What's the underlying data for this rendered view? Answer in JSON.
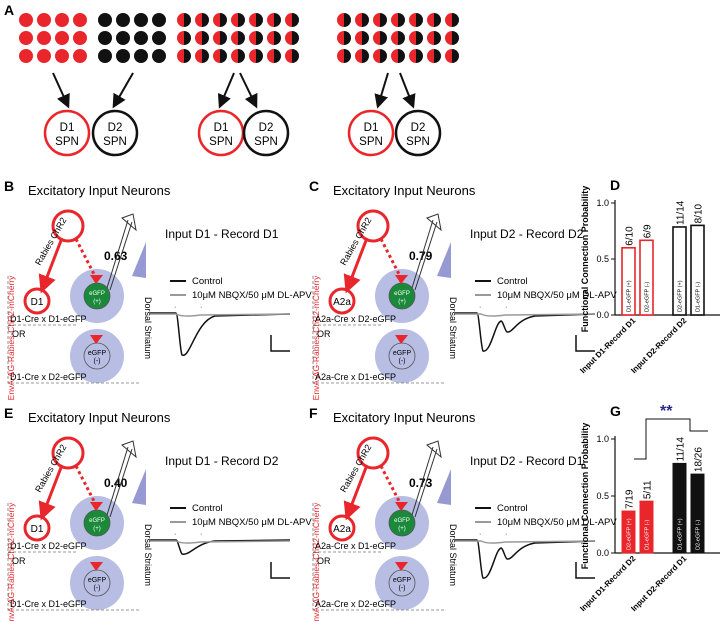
{
  "colors": {
    "red": "#e8262b",
    "black": "#111111",
    "gray": "#999999",
    "blue_cell": "#b7bde3",
    "green": "#1a8a3a",
    "navy": "#2a2a8a"
  },
  "panel_a": {
    "label": "A",
    "groups": [
      {
        "pattern": "split-red-black",
        "targets": [
          "D1 SPN",
          "D2 SPN"
        ]
      },
      {
        "pattern": "half-half",
        "targets": [
          "D1 SPN",
          "D2 SPN"
        ]
      },
      {
        "pattern": "half-half",
        "targets": [
          "D1 SPN",
          "D2 SPN"
        ]
      }
    ],
    "spn_d1": "D1",
    "spn_d2": "D2",
    "spn_suffix": "SPN"
  },
  "panels": [
    {
      "label": "B",
      "title": "Excitatory Input Neurons",
      "vertical_label": "EnvA-ΔG-Rabies-ChR2-mCherry",
      "rabies": "Rabies ChR2",
      "input_cell": "D1",
      "probability": "0.63",
      "condition": "Input D1 - Record D1",
      "top_cross": "D1-Cre x D1-eGFP",
      "or": "OR",
      "bottom_cross": "D1-Cre x D2-eGFP",
      "egfp_pos": "eGFP",
      "plus": "(+)",
      "egfp_neg": "eGFP",
      "minus": "(-)",
      "region": "Dorsal Striatum",
      "legend_control": "Control",
      "legend_drug": "10μM NBQX/50 μM DL-APV",
      "trace": "single"
    },
    {
      "label": "C",
      "title": "Excitatory Input Neurons",
      "vertical_label": "EnvA-ΔG-Rabies-ChR2-mCherry",
      "rabies": "Rabies ChR2",
      "input_cell": "A2a",
      "probability": "0.79",
      "condition": "Input D2 - Record D2",
      "top_cross": "A2a-Cre x D2-eGFP",
      "or": "OR",
      "bottom_cross": "A2a-Cre x D1-eGFP",
      "egfp_pos": "eGFP",
      "plus": "(+)",
      "egfp_neg": "eGFP",
      "minus": "(-)",
      "region": "Dorsal Striatum",
      "legend_control": "Control",
      "legend_drug": "10μM NBQX/50 μM DL-APV",
      "trace": "double"
    },
    {
      "label": "E",
      "title": "Excitatory Input Neurons",
      "vertical_label": "EnvA-ΔG-Rabies-ChR2-mCherry",
      "rabies": "Rabies ChR2",
      "input_cell": "D1",
      "probability": "0.40",
      "condition": "Input D1 - Record D2",
      "top_cross": "D1-Cre x D2-eGFP",
      "or": "OR",
      "bottom_cross": "D1-Cre x D1-eGFP",
      "egfp_pos": "eGFP",
      "plus": "(+)",
      "egfp_neg": "eGFP",
      "minus": "(-)",
      "region": "Dorsal Striatum",
      "legend_control": "Control",
      "legend_drug": "10μM NBQX/50 μM DL-APV",
      "trace": "small"
    },
    {
      "label": "F",
      "title": "Excitatory Input Neurons",
      "vertical_label": "EnvA-ΔG-Rabies-ChR2-mCherry",
      "rabies": "Rabies ChR2",
      "input_cell": "A2a",
      "probability": "0.73",
      "condition": "Input D2 - Record D1",
      "top_cross": "A2a-Cre x D1-eGFP",
      "or": "OR",
      "bottom_cross": "A2a-Cre x D2-eGFP",
      "egfp_pos": "eGFP",
      "plus": "(+)",
      "egfp_neg": "eGFP",
      "minus": "(-)",
      "region": "Dorsal Striatum",
      "legend_control": "Control",
      "legend_drug": "10μM NBQX/50 μM DL-APV",
      "trace": "double"
    }
  ],
  "chart_data": [
    {
      "label": "D",
      "type": "bar",
      "ylabel": "Functional Connection Probability",
      "ylim": [
        0,
        1.0
      ],
      "yticks": [
        "0.0",
        "0.5",
        "1.0"
      ],
      "groups": [
        "Input D1-Record D1",
        "Input D2-Record D2"
      ],
      "bars": [
        {
          "group": 0,
          "name": "D1-eGFP (+)",
          "value": 0.6,
          "annotation": "6/10",
          "style": "red-outline"
        },
        {
          "group": 0,
          "name": "D2-eGFP (-)",
          "value": 0.667,
          "annotation": "6/9",
          "style": "red-outline"
        },
        {
          "group": 1,
          "name": "D2-eGFP (+)",
          "value": 0.786,
          "annotation": "11/14",
          "style": "black-outline"
        },
        {
          "group": 1,
          "name": "D1-eGFP (-)",
          "value": 0.8,
          "annotation": "8/10",
          "style": "black-outline"
        }
      ]
    },
    {
      "label": "G",
      "type": "bar",
      "ylabel": "Functional Connection Probability",
      "ylim": [
        0,
        1.0
      ],
      "yticks": [
        "0.0",
        "0.5",
        "1.0"
      ],
      "groups": [
        "Input D1-Record D2",
        "Input D2-Record D1"
      ],
      "significance": "**",
      "bars": [
        {
          "group": 0,
          "name": "D2-eGFP (+)",
          "value": 0.368,
          "annotation": "7/19",
          "style": "red-fill"
        },
        {
          "group": 0,
          "name": "D1-eGFP (-)",
          "value": 0.455,
          "annotation": "5/11",
          "style": "red-fill"
        },
        {
          "group": 1,
          "name": "D1-eGFP (+)",
          "value": 0.786,
          "annotation": "11/14",
          "style": "black-fill"
        },
        {
          "group": 1,
          "name": "D2-eGFP (-)",
          "value": 0.692,
          "annotation": "18/26",
          "style": "black-fill"
        }
      ]
    }
  ]
}
